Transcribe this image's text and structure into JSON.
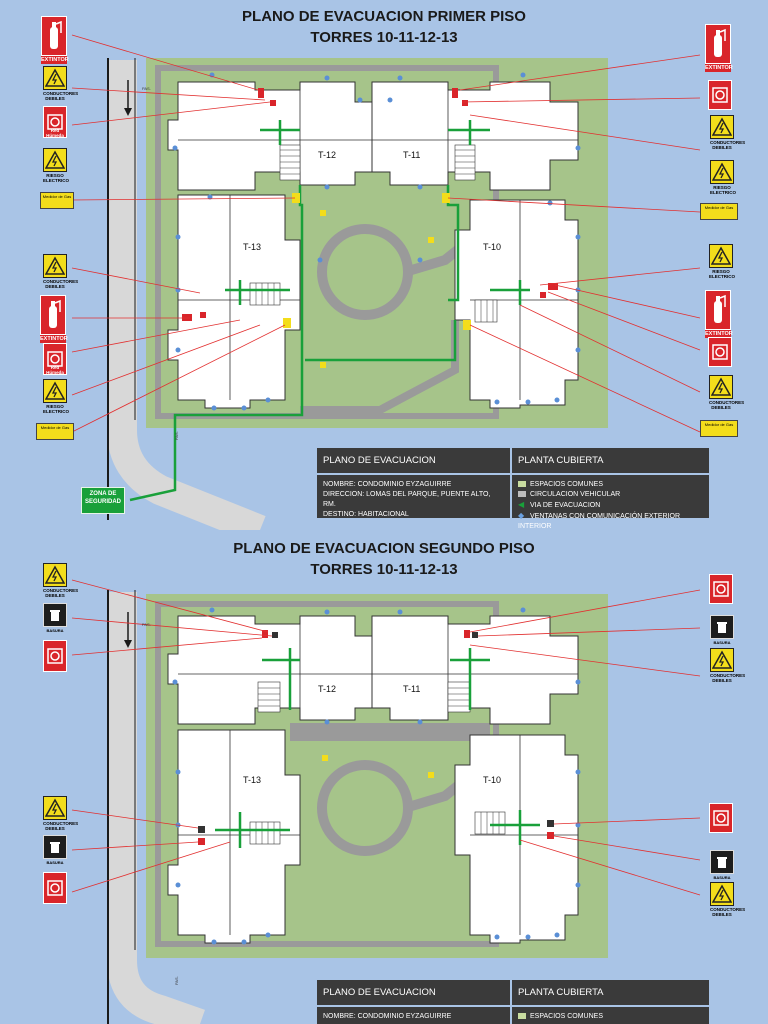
{
  "plans": [
    {
      "title_line1": "PLANO DE EVACUACION PRIMER PISO",
      "title_line2": "TORRES 10-11-12-13"
    },
    {
      "title_line1": "PLANO DE EVACUACION SEGUNDO PISO",
      "title_line2": "TORRES 10-11-12-13"
    }
  ],
  "towers": [
    "T-12",
    "T-11",
    "T-13",
    "T-10"
  ],
  "pasaje": "PAS.",
  "info": {
    "header_left": "PLANO DE EVACUACION",
    "header_right": "PLANTA CUBIERTA",
    "nombre": "NOMBRE: CONDOMINIO EYZAGUIRRE",
    "direccion": "DIRECCION: LOMAS DEL PARQUE, PUENTE ALTO, RM.",
    "destino": "DESTINO: HABITACIONAL",
    "legend": [
      {
        "label": "ESPACIOS COMUNES",
        "color": "#c8dca0"
      },
      {
        "label": "CIRCULACION VEHICULAR",
        "color": "#bdbdbd"
      },
      {
        "label": "VIA DE EVACUACION",
        "color": "#19a03a"
      },
      {
        "label": "VENTANAS CON COMUNICACIÓN EXTERIOR INTERIOR",
        "color": "#6aa0e0"
      }
    ]
  },
  "zona": "ZONA DE SEGURIDAD",
  "signs": {
    "extintor": "EXTINTOR",
    "red_humeda": "Red Húmeda",
    "conductores": "CONDUCTORES DEBILES",
    "riesgo": "RIESGO ELECTRICO",
    "medidor_gas": "Medidor de Gas",
    "basura": "BASURA"
  },
  "colors": {
    "background": "#a9c4e6",
    "grass": "#a6c48a",
    "building": "#ffffff",
    "paving": "#bdbdbd",
    "evac_route": "#19a03a",
    "signal_red": "#d9252a"
  }
}
